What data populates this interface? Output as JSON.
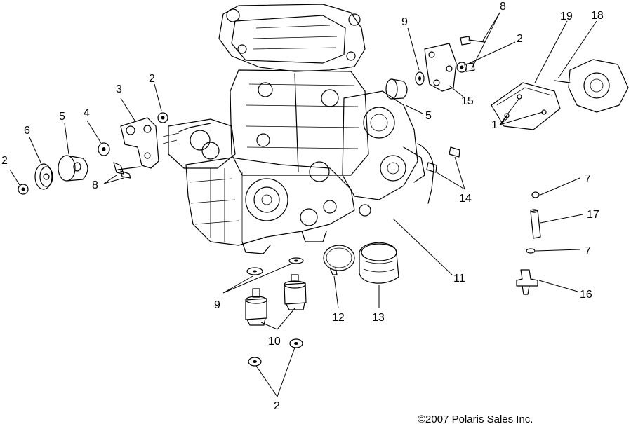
{
  "diagram": {
    "callouts": {
      "c8_top": "8",
      "c9_top": "9",
      "c2_top_right": "2",
      "c19": "19",
      "c18": "18",
      "c3": "3",
      "c2_left_mid": "2",
      "c5_left": "5",
      "c4": "4",
      "c6": "6",
      "c2_far_left": "2",
      "c8_left": "8",
      "c15": "15",
      "c5_right": "5",
      "c1": "1",
      "c14": "14",
      "c7_top": "7",
      "c17": "17",
      "c7_bottom": "7",
      "c16": "16",
      "c11": "11",
      "c9_bottom": "9",
      "c12": "12",
      "c13": "13",
      "c10": "10",
      "c2_bottom": "2"
    },
    "copyright": "©2007  Polaris Sales Inc."
  }
}
